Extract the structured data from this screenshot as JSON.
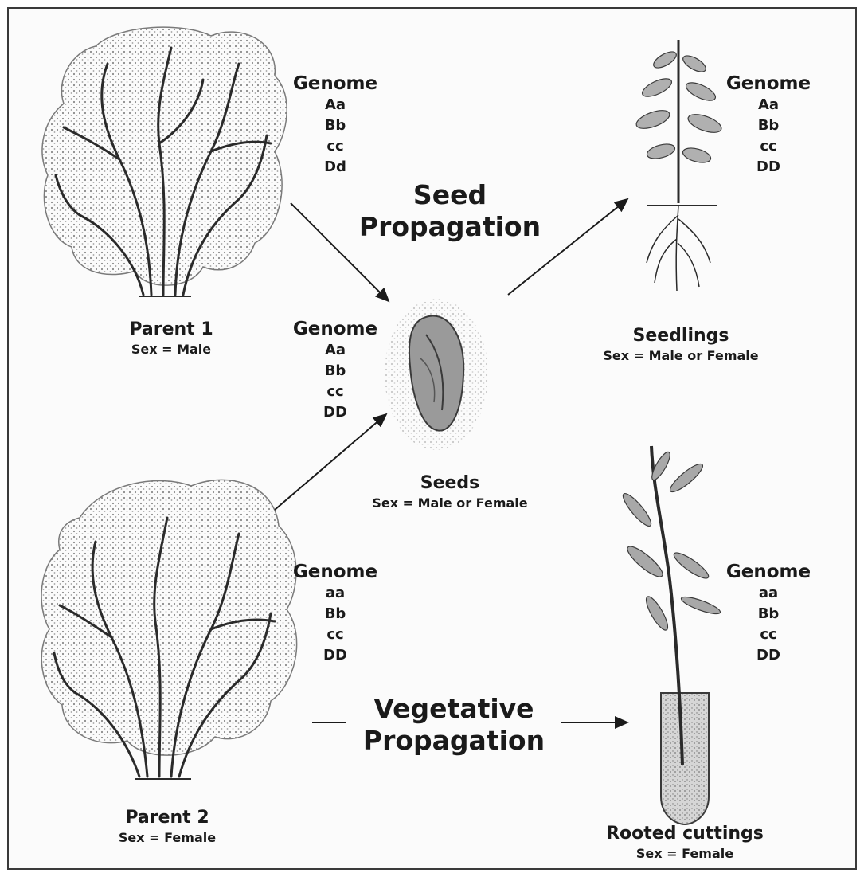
{
  "seed_propagation": {
    "line1": "Seed",
    "line2": "Propagation"
  },
  "vegetative_propagation": {
    "line1": "Vegetative",
    "line2": "Propagation"
  },
  "parent1": {
    "name": "Parent 1",
    "sex": "Sex = Male",
    "genome_title": "Genome",
    "alleles": [
      "Aa",
      "Bb",
      "cc",
      "Dd"
    ]
  },
  "parent2": {
    "name": "Parent 2",
    "sex": "Sex = Female",
    "genome_title": "Genome",
    "alleles": [
      "aa",
      "Bb",
      "cc",
      "DD"
    ]
  },
  "seeds": {
    "name": "Seeds",
    "sex": "Sex = Male or Female",
    "genome_title": "Genome",
    "alleles": [
      "Aa",
      "Bb",
      "cc",
      "DD"
    ]
  },
  "seedlings": {
    "name": "Seedlings",
    "sex": "Sex = Male or Female",
    "genome_title": "Genome",
    "alleles": [
      "Aa",
      "Bb",
      "cc",
      "DD"
    ]
  },
  "rooted_cuttings": {
    "name": "Rooted cuttings",
    "sex": "Sex = Female",
    "genome_title": "Genome",
    "alleles": [
      "aa",
      "Bb",
      "cc",
      "DD"
    ]
  },
  "colors": {
    "ink": "#1a1a1a",
    "foliage": "#6b6b6b",
    "background": "#fbfbfb"
  }
}
